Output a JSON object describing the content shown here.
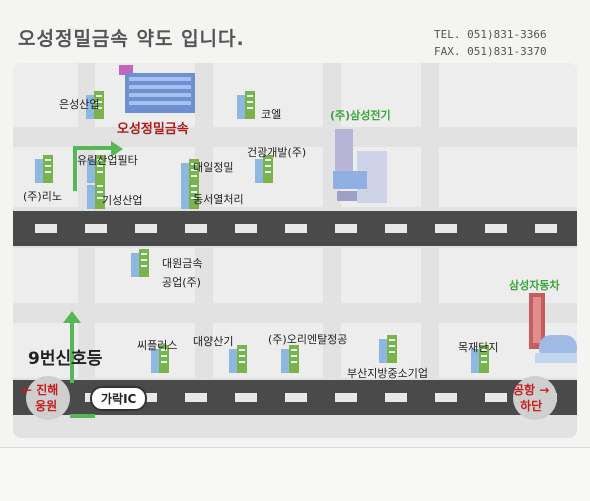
{
  "title": "오성정밀금속 약도 입니다.",
  "contact": {
    "tel": "TEL. 051)831-3366",
    "fax": "FAX. 051)831-3370"
  },
  "highlight": "오성정밀금속",
  "places": {
    "eunseong": "은성산업",
    "koel": "코엘",
    "samsung_elec": "(주)삼성전기",
    "yurim": "유림산업필타",
    "daeil": "대일정밀",
    "geongwang": "건광개발(주)",
    "rino": "(주)리노",
    "giseong": "기성산업",
    "dongseo": "동서열처리",
    "daewon_1": "대원금속",
    "daewon_2": "공업(주)",
    "samsung_motors": "삼성자동차",
    "ssiplus": "씨플러스",
    "daeyang": "대양산기",
    "oriental": "(주)오리엔탈정공",
    "mokjae": "목재단지",
    "busan_sme": "부산지방중소기업"
  },
  "signal": "9번신호등",
  "ic": "가락IC",
  "left_end": {
    "line1": "진해",
    "line2": "웅원",
    "arrow": "←"
  },
  "right_end": {
    "line1": "공항",
    "line2": "하단",
    "arrow": "→"
  },
  "colors": {
    "highlight": "#b01a1a",
    "green_label": "#3aa63a",
    "route": "#57b657",
    "road": "#4a4a4a",
    "end_text": "#c81e1e"
  }
}
